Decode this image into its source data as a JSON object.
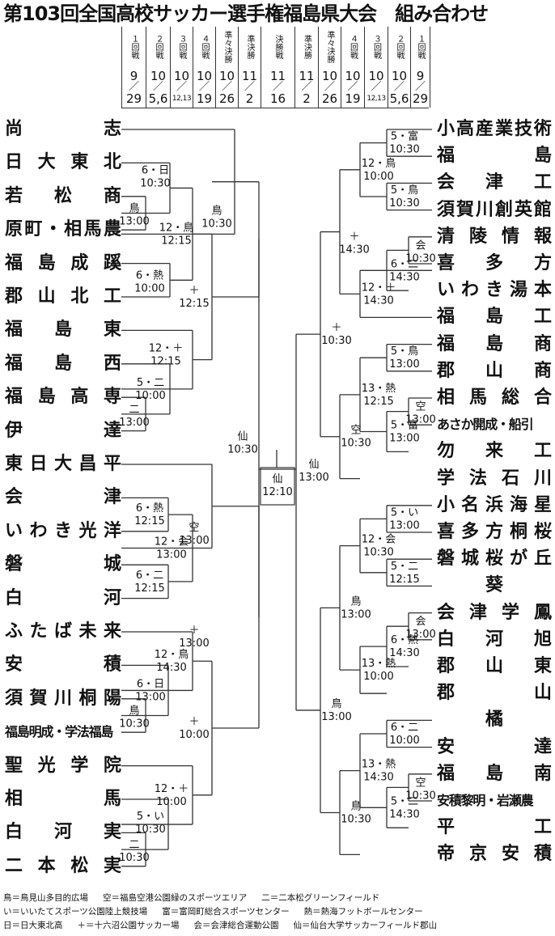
{
  "title": "第103回全国高校サッカー選手権福島県大会　組み合わせ",
  "round_header": [
    {
      "round": "１回戦",
      "d1": "9",
      "d2": "29"
    },
    {
      "round": "２回戦",
      "d1": "10",
      "d2": "5,6"
    },
    {
      "round": "３回戦",
      "d1": "10",
      "d2": "12,13"
    },
    {
      "round": "４回戦",
      "d1": "10",
      "d2": "19"
    },
    {
      "round": "準々決勝",
      "d1": "10",
      "d2": "26"
    },
    {
      "round": "準決勝",
      "d1": "11",
      "d2": "2"
    },
    {
      "round": "決勝戦",
      "d1": "11",
      "d2": "16"
    },
    {
      "round": "準決勝",
      "d1": "11",
      "d2": "2"
    },
    {
      "round": "準々決勝",
      "d1": "10",
      "d2": "26"
    },
    {
      "round": "４回戦",
      "d1": "10",
      "d2": "19"
    },
    {
      "round": "３回戦",
      "d1": "10",
      "d2": "12,13"
    },
    {
      "round": "２回戦",
      "d1": "10",
      "d2": "5,6"
    },
    {
      "round": "１回戦",
      "d1": "9",
      "d2": "29"
    }
  ],
  "left_teams": [
    "尚志",
    "日大東北",
    "若松商",
    "原町・相馬農",
    "福島成蹊",
    "郡山北工",
    "福島東",
    "福島西",
    "福島高専",
    "伊達",
    "東日大昌平",
    "会津",
    "いわき光洋",
    "磐城",
    "白河",
    "ふたば未来",
    "安積",
    "須賀川桐陽",
    "福島明成・学法福島",
    "聖光学院",
    "相馬",
    "白河実",
    "二本松実"
  ],
  "right_teams": [
    "小高産業技術",
    "福島",
    "会津工",
    "須賀川創英館",
    "清陵情報",
    "喜多方",
    "いわき湯本",
    "福島工",
    "福島商",
    "郡山商",
    "相馬総合",
    "あさか開成・船引",
    "勿来工",
    "学法石川",
    "小名浜海星",
    "喜多方桐桜",
    "磐城桜が丘",
    "葵",
    "会津学鳳",
    "白河旭",
    "郡山東",
    "郡山",
    "橘",
    "安達",
    "福島南",
    "安積黎明・岩瀬農",
    "平工",
    "帝京安積"
  ],
  "match_notes": {
    "l_r2_a": [
      "6・日",
      "10:30"
    ],
    "l_r1_a": [
      "鳥",
      "13:00"
    ],
    "l_r3_a": [
      "12・鳥",
      "12:15"
    ],
    "l_r2_b": [
      "6・熱",
      "10:00"
    ],
    "l_r4_a": [
      "鳥",
      "10:30"
    ],
    "l_r4_b": [
      "＋",
      "12:15"
    ],
    "l_r3_b": [
      "12・＋",
      "12:15"
    ],
    "l_r2_c": [
      "5・二",
      "10:00"
    ],
    "l_r1_b": [
      "二",
      "13:00"
    ],
    "l_qf_a": [
      "仙",
      "10:30"
    ],
    "l_r4_c": [
      "空",
      "13:00"
    ],
    "l_r2_d": [
      "6・熱",
      "12:15"
    ],
    "l_r3_c": [
      "12・会",
      "13:00"
    ],
    "l_r2_e": [
      "6・二",
      "12:15"
    ],
    "l_qf_b": [
      "＋",
      "13:00"
    ],
    "l_r3_d": [
      "12・鳥",
      "14:30"
    ],
    "l_r2_f": [
      "6・日",
      "13:00"
    ],
    "l_r1_c": [
      "鳥",
      "10:30"
    ],
    "l_r4_d": [
      "＋",
      "10:00"
    ],
    "l_r3_e": [
      "12・＋",
      "10:00"
    ],
    "l_r2_g": [
      "5・い",
      "10:30"
    ],
    "l_r1_d": [
      "二",
      "10:30"
    ],
    "final": [
      "仙",
      "12:10"
    ],
    "r_sf_a": [
      "仙",
      "13:00"
    ],
    "r_r2_a": [
      "5・富",
      "10:30"
    ],
    "r_r3_a": [
      "12・鳥",
      "10:00"
    ],
    "r_r2_b": [
      "5・鳥",
      "10:30"
    ],
    "r_r4_a": [
      "＋",
      "14:30"
    ],
    "r_r1_a": [
      "会",
      "10:30"
    ],
    "r_r2_c": [
      "6・二",
      "14:30"
    ],
    "r_r3_b": [
      "12・＋",
      "14:30"
    ],
    "r_qf_a": [
      "＋",
      "10:30"
    ],
    "r_r2_d": [
      "5・鳥",
      "13:00"
    ],
    "r_r3_c": [
      "13・熱",
      "12:15"
    ],
    "r_r1_b": [
      "空",
      "13:00"
    ],
    "r_r2_e": [
      "5・富",
      "13:00"
    ],
    "r_r4_b": [
      "空",
      "10:30"
    ],
    "r_r2_f": [
      "5・い",
      "13:00"
    ],
    "r_r3_d": [
      "12・会",
      "10:30"
    ],
    "r_r2_g": [
      "5・二",
      "12:15"
    ],
    "r_r4_c": [
      "鳥",
      "13:00"
    ],
    "r_r1_c": [
      "会",
      "13:00"
    ],
    "r_r2_h": [
      "6・熱",
      "14:30"
    ],
    "r_r3_e": [
      "13・熱",
      "10:00"
    ],
    "r_qf_b": [
      "鳥",
      "13:00"
    ],
    "r_r2_i": [
      "6・二",
      "10:00"
    ],
    "r_r3_f": [
      "13・熱",
      "14:30"
    ],
    "r_r1_d": [
      "空",
      "10:30"
    ],
    "r_r2_j": [
      "5・二",
      "14:30"
    ],
    "r_r4_d": [
      "鳥",
      "10:30"
    ]
  },
  "legend": [
    [
      "鳥＝鳥見山多目的広場",
      "空＝福島空港公園緑のスポーツエリア",
      "二＝二本松グリーンフィールド"
    ],
    [
      "い＝いいたてスポーツ公園陸上競技場",
      "富＝富岡町総合スポーツセンター",
      "熱＝熱海フットボールセンター"
    ],
    [
      "日＝日大東北高",
      "＋＝十六沼公園サッカー場",
      "会＝会津総合運動公園",
      "仙＝仙台大学サッカーフィールド郡山"
    ]
  ]
}
